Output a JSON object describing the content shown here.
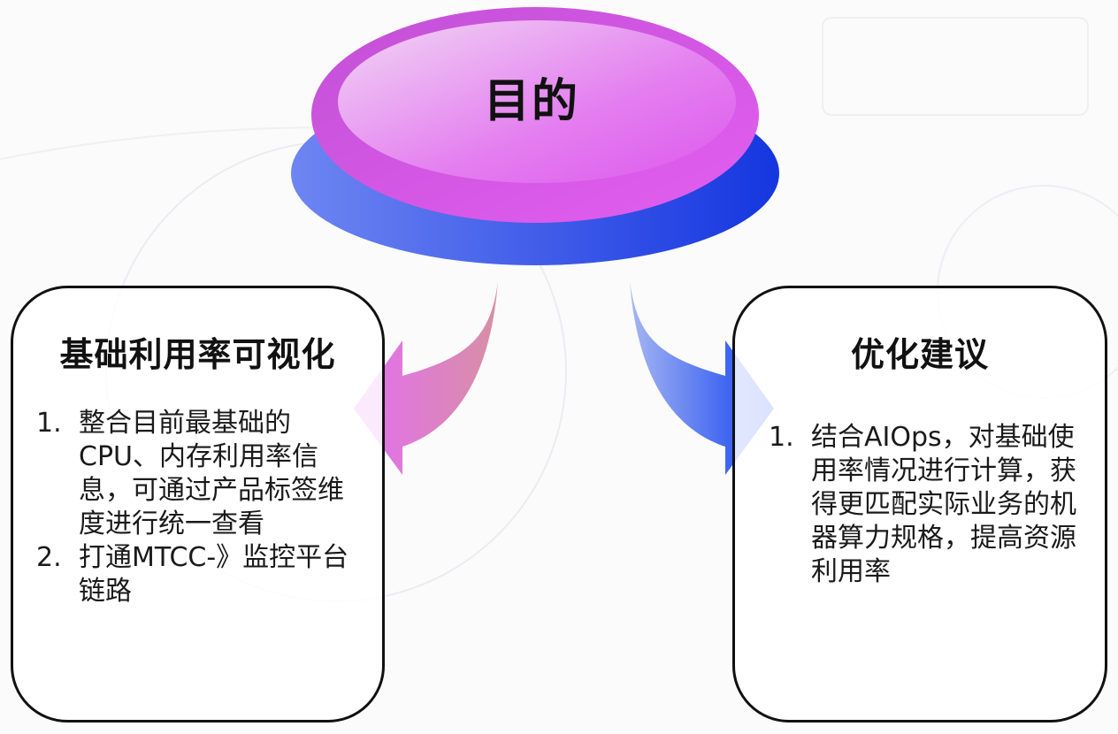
{
  "center": {
    "title": "目的",
    "top_color": "#e15ae8",
    "base_color": "#2f4fe6"
  },
  "arrows": {
    "left": {
      "direction": "down-left",
      "gradient": [
        "#e06cf0",
        "#d98aa6"
      ]
    },
    "right": {
      "direction": "down-right",
      "gradient": [
        "#9fb0f2",
        "#1440f0"
      ]
    }
  },
  "left_box": {
    "title": "基础利用率可视化",
    "items": [
      {
        "num": "1.",
        "text": "整合目前最基础的CPU、内存利用率信息，可通过产品标签维度进行统一查看"
      },
      {
        "num": "2.",
        "text": "打通MTCC-》监控平台链路"
      }
    ]
  },
  "right_box": {
    "title": "优化建议",
    "items": [
      {
        "num": "1.",
        "text": "结合AIOps，对基础使用率情况进行计算，获得更匹配实际业务的机器算力规格，提高资源利用率"
      }
    ]
  }
}
